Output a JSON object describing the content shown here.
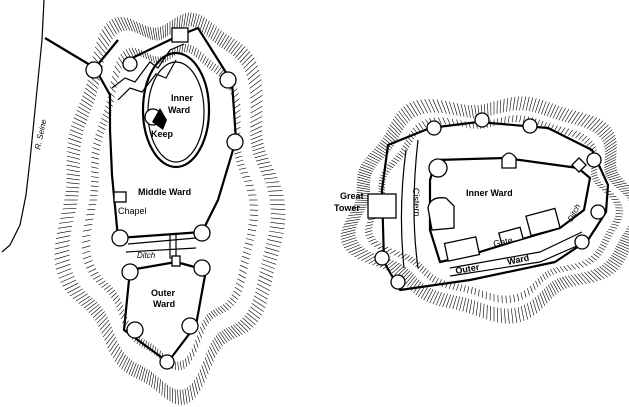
{
  "left_plan": {
    "river": "R. Seine",
    "inner_ward": [
      "Inner",
      "Ward"
    ],
    "keep": "Keep",
    "middle_ward": "Middle Ward",
    "chapel": "Chapel",
    "ditch": "Ditch",
    "outer_ward": [
      "Outer",
      "Ward"
    ]
  },
  "right_plan": {
    "great_tower": [
      "Great",
      "Tower"
    ],
    "inner_ward": "Inner    Ward",
    "cistern": "Cistern",
    "ditch": "Ditch",
    "gate": "Gate",
    "outer_ward": "Outer",
    "ward": "Ward"
  }
}
